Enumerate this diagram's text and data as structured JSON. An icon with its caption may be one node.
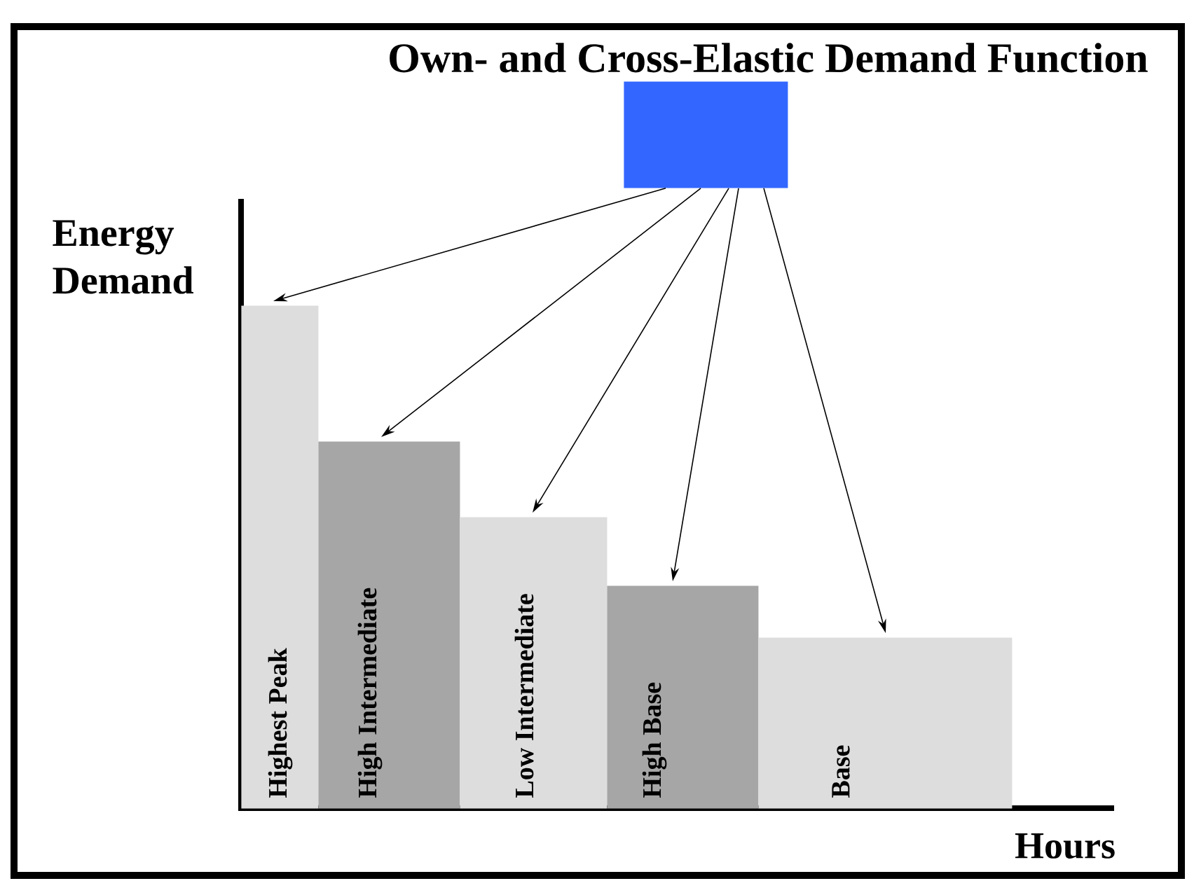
{
  "diagram": {
    "nodes": [
      {
        "text": [
          "Own- and Cross-Elastic Demand Function"
        ]
      },
      {
        "text": [
          "Highest Peak"
        ]
      },
      {
        "text": [
          "High Intermediate"
        ]
      },
      {
        "text": [
          "Low Intermediate"
        ]
      },
      {
        "text": [
          "High Base"
        ]
      },
      {
        "text": [
          "Base"
        ]
      }
    ],
    "edges": [
      {
        "from": 0,
        "to": 1,
        "arrow": "to"
      },
      {
        "from": 0,
        "to": 2,
        "arrow": "to"
      },
      {
        "from": 0,
        "to": 3,
        "arrow": "to"
      },
      {
        "from": 0,
        "to": 4,
        "arrow": "to"
      },
      {
        "from": 0,
        "to": 5,
        "arrow": "to"
      }
    ],
    "labels": [
      "Energy Demand",
      "Hours"
    ]
  }
}
